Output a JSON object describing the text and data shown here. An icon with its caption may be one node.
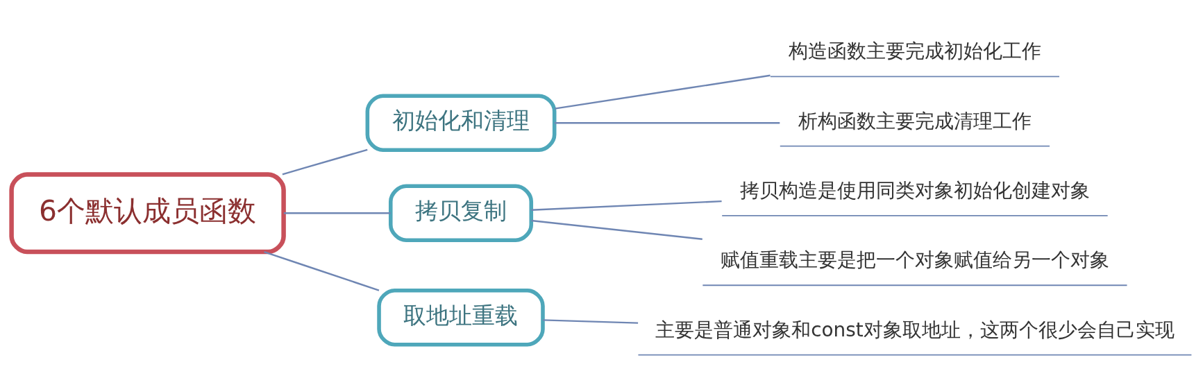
{
  "diagram": {
    "nodes": [
      {
        "text": [
          "6个默认成员函数"
        ]
      },
      {
        "text": [
          "初始化和清理"
        ]
      },
      {
        "text": [
          "拷贝复制"
        ]
      },
      {
        "text": [
          "取地址重载"
        ]
      },
      {
        "text": [
          "构造函数主要完成初始化工作"
        ]
      },
      {
        "text": [
          "析构函数主要完成清理工作"
        ]
      },
      {
        "text": [
          "拷贝构造是使用同类对象初始化创建对象"
        ]
      },
      {
        "text": [
          "赋值重载主要是把一个对象赋值给另一个对象"
        ]
      },
      {
        "text": [
          "主要是普通对象和const对象取地址，这两个很少会自己实现"
        ]
      }
    ],
    "edges": [
      {
        "from": 0,
        "to": 1,
        "arrow": "none"
      },
      {
        "from": 0,
        "to": 2,
        "arrow": "none"
      },
      {
        "from": 0,
        "to": 3,
        "arrow": "none"
      },
      {
        "from": 1,
        "to": 4,
        "arrow": "none"
      },
      {
        "from": 1,
        "to": 5,
        "arrow": "none"
      },
      {
        "from": 2,
        "to": 6,
        "arrow": "none"
      },
      {
        "from": 2,
        "to": 7,
        "arrow": "none"
      },
      {
        "from": 3,
        "to": 8,
        "arrow": "none"
      }
    ]
  }
}
